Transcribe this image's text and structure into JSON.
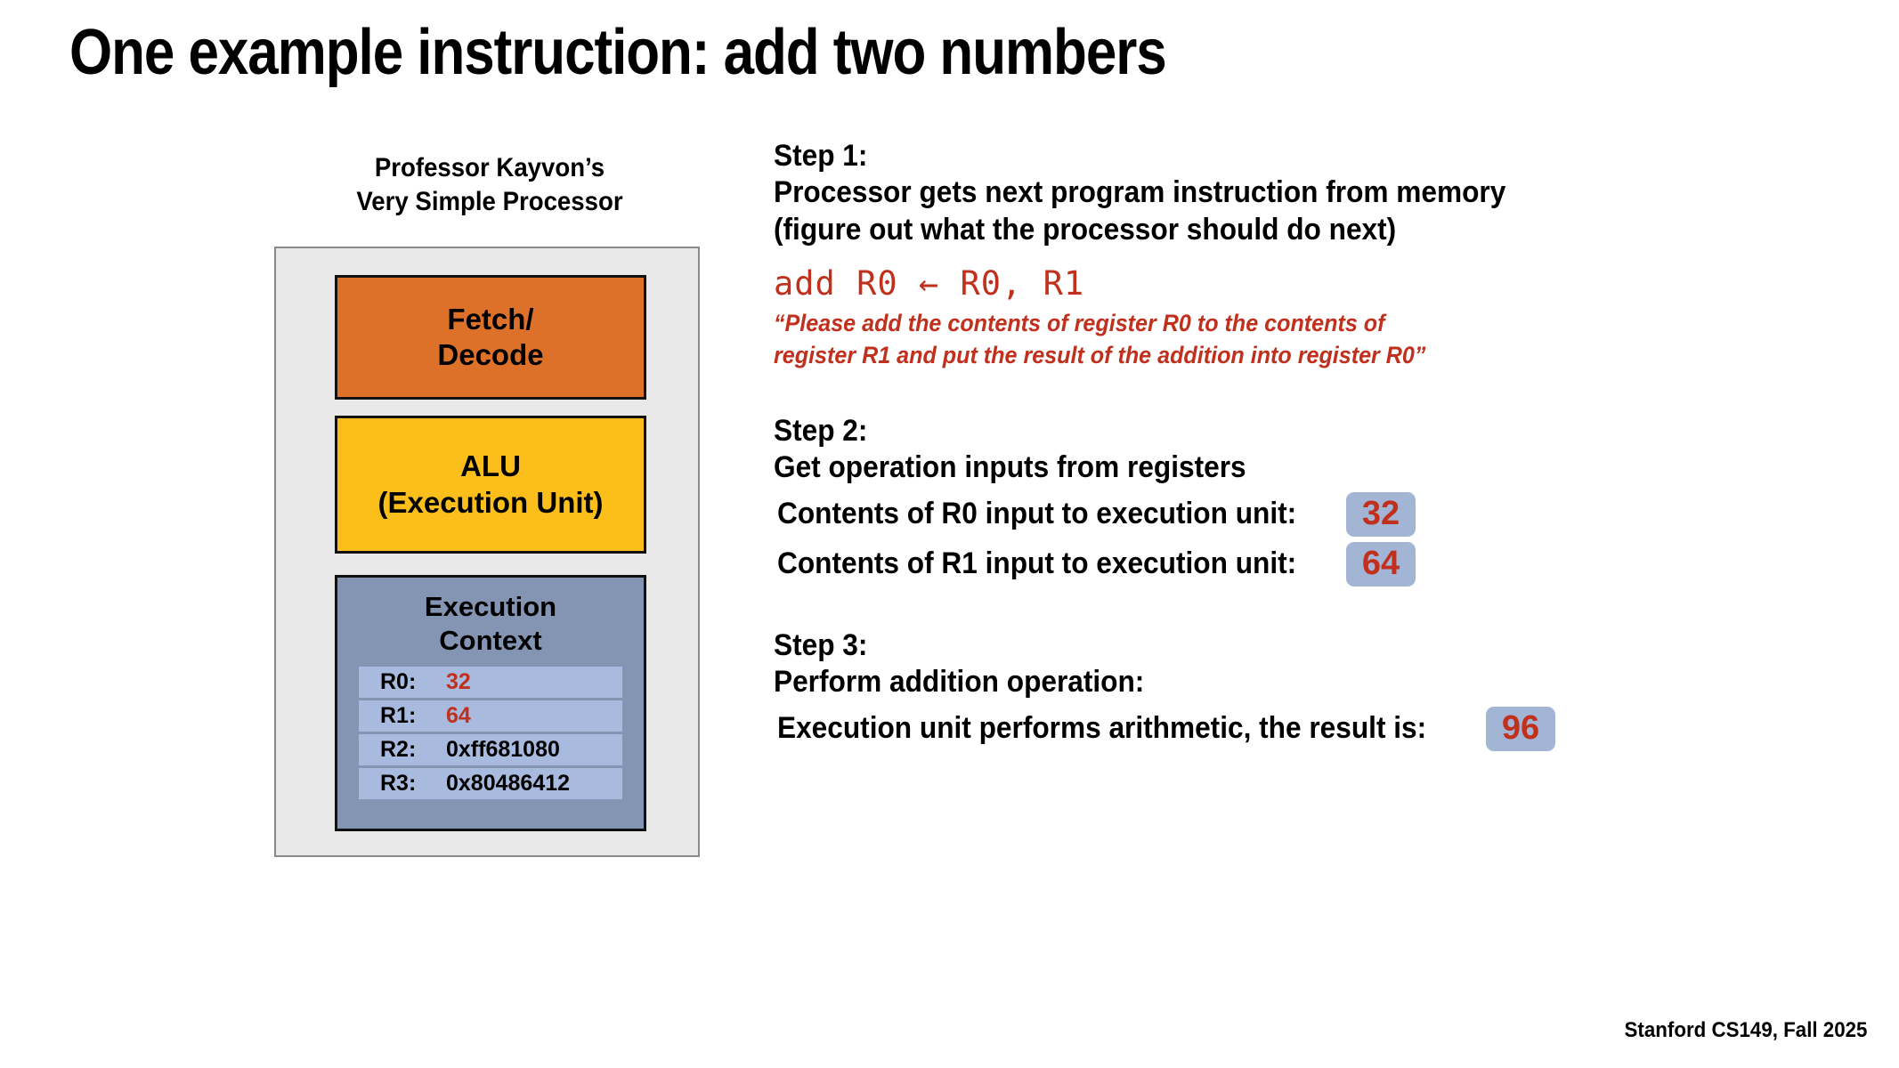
{
  "slide": {
    "title": "One example instruction: add two numbers",
    "footer": "Stanford CS149, Fall 2025"
  },
  "processor": {
    "caption_line1": "Professor Kayvon’s",
    "caption_line2": "Very Simple Processor",
    "fetch_decode": {
      "line1": "Fetch/",
      "line2": "Decode",
      "color": "#dd7129"
    },
    "alu": {
      "line1": "ALU",
      "line2": "(Execution Unit)",
      "color": "#fbbe1a"
    },
    "execution_context": {
      "line1": "Execution",
      "line2": "Context",
      "color": "#8495b4",
      "registers": [
        {
          "name": "R0:",
          "value": "32",
          "highlight": true
        },
        {
          "name": "R1:",
          "value": "64",
          "highlight": true
        },
        {
          "name": "R2:",
          "value": "0xff681080",
          "highlight": false
        },
        {
          "name": "R3:",
          "value": "0x80486412",
          "highlight": false
        }
      ]
    }
  },
  "steps": {
    "step1": {
      "heading": "Step 1:",
      "line1": "Processor gets next program instruction from memory",
      "line2": "(figure out what the processor should do next)",
      "code": "add R0 ← R0, R1",
      "quote_line1": "“Please add the contents of register R0 to the contents of",
      "quote_line2": "register R1 and put the result of the addition into register R0”"
    },
    "step2": {
      "heading": "Step 2:",
      "line1": "Get operation inputs from registers",
      "input_r0_label": "Contents of R0 input to execution unit:",
      "input_r0_value": "32",
      "input_r1_label": "Contents of R1 input to execution unit:",
      "input_r1_value": "64"
    },
    "step3": {
      "heading": "Step 3:",
      "line1": "Perform addition operation:",
      "result_label": "Execution unit performs arithmetic, the result is:",
      "result_value": "96"
    }
  },
  "colors": {
    "accent_red": "#c0301d",
    "badge_blue": "#a3b5d4",
    "chip_gray": "#e9e9e9"
  }
}
